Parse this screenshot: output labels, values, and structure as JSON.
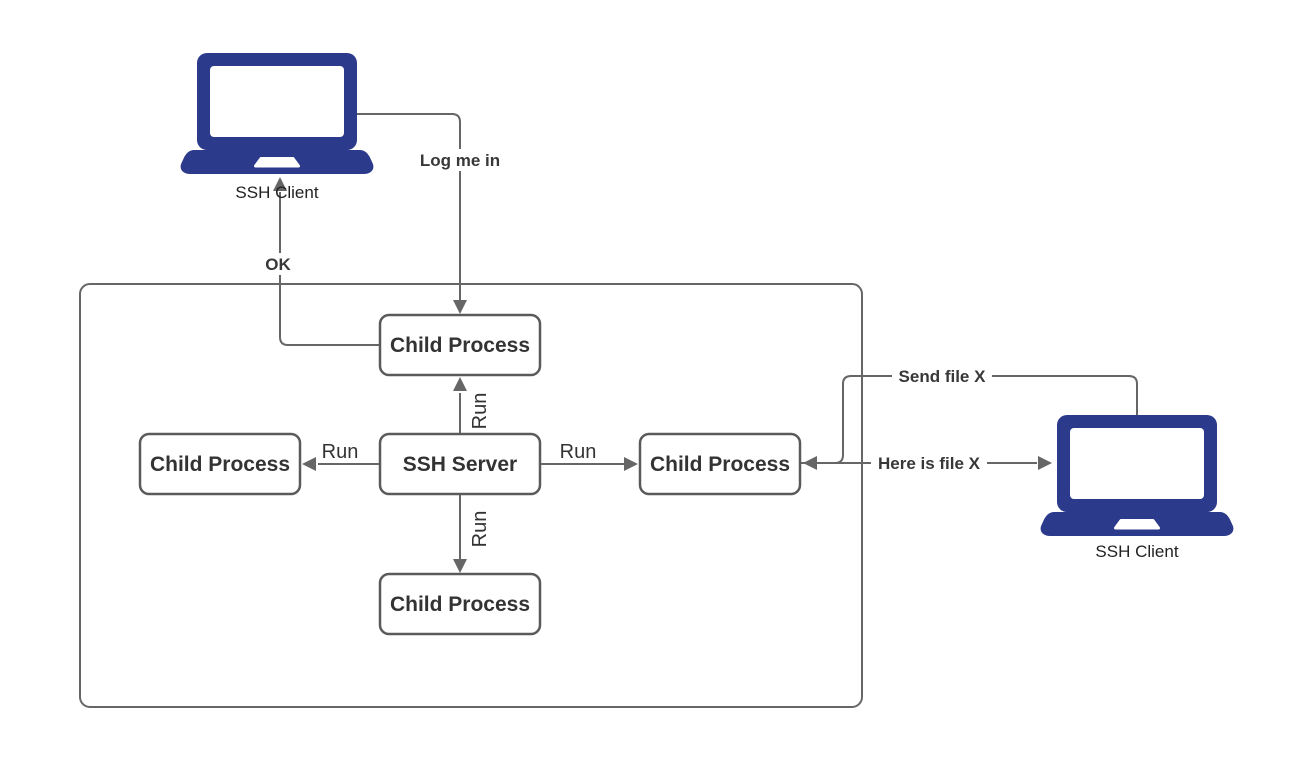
{
  "diagram": {
    "colors": {
      "laptop_fill": "#2c3a8c",
      "connector": "#666666",
      "node_border": "#5a5a5a",
      "label_text": "#333333",
      "background": "#ffffff"
    },
    "nodes": {
      "ssh_client_top": {
        "label": "SSH Client"
      },
      "ssh_client_right": {
        "label": "SSH Client"
      },
      "ssh_server": {
        "label": "SSH Server"
      },
      "child_process_top": {
        "label": "Child Process"
      },
      "child_process_left": {
        "label": "Child Process"
      },
      "child_process_right": {
        "label": "Child Process"
      },
      "child_process_bottom": {
        "label": "Child Process"
      }
    },
    "edges": {
      "log_me_in": {
        "label": "Log me in",
        "from": "ssh_client_top",
        "to": "child_process_top"
      },
      "ok": {
        "label": "OK",
        "from": "child_process_top",
        "to": "ssh_client_top"
      },
      "run_up": {
        "label": "Run",
        "from": "ssh_server",
        "to": "child_process_top"
      },
      "run_left": {
        "label": "Run",
        "from": "ssh_server",
        "to": "child_process_left"
      },
      "run_right": {
        "label": "Run",
        "from": "ssh_server",
        "to": "child_process_right"
      },
      "run_down": {
        "label": "Run",
        "from": "ssh_server",
        "to": "child_process_bottom"
      },
      "send_file_x": {
        "label": "Send file X",
        "from": "ssh_client_right",
        "to": "child_process_right"
      },
      "here_is_file_x": {
        "label": "Here is file X",
        "from": "child_process_right",
        "to": "ssh_client_right"
      }
    }
  }
}
